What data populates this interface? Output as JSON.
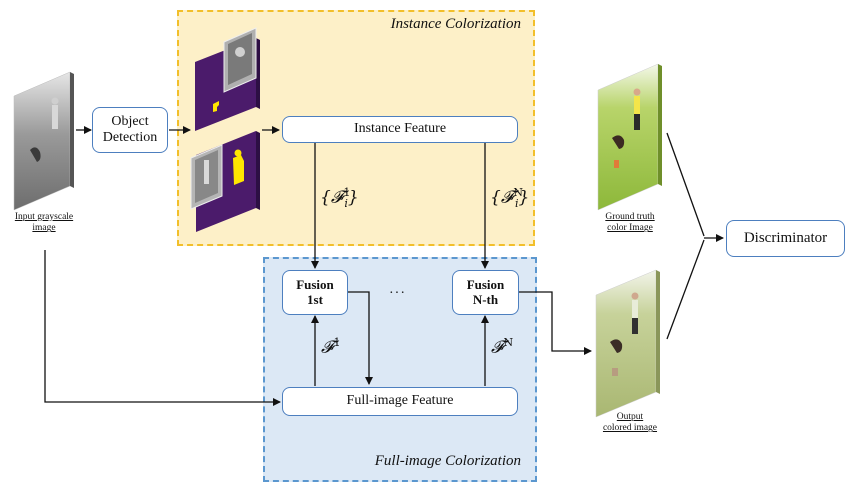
{
  "regions": {
    "instance_title": "Instance Colorization",
    "full_title": "Full-image Colorization"
  },
  "boxes": {
    "object_detection": "Object\nDetection",
    "instance_feature": "Instance Feature",
    "full_image_feature": "Full-image Feature",
    "fusion_first": "Fusion\n1st",
    "fusion_nth": "Fusion\nN-th",
    "discriminator": "Discriminator"
  },
  "captions": {
    "input": "Input grayscale\nimage",
    "ground_truth": "Ground truth\ncolor Image",
    "output": "Output\ncolored image"
  },
  "labels": {
    "instance_feature_first": {
      "symbol": "𝓕",
      "sub": "i",
      "sup": "1"
    },
    "instance_feature_nth": {
      "symbol": "𝓕",
      "sub": "i",
      "sup": "N"
    },
    "full_feature_first": {
      "symbol": "𝓕",
      "sup": "1"
    },
    "full_feature_nth": {
      "symbol": "𝓕",
      "sup": "N"
    },
    "ellipsis": "···"
  },
  "colors": {
    "instance_region_fill": "#fdf0c8",
    "instance_region_border": "#f2bf2a",
    "full_region_fill": "#dce8f5",
    "full_region_border": "#5b97cf",
    "box_border": "#4d7fbf",
    "mask_purple": "#4b1b6b",
    "mask_yellow": "#ffe600",
    "grass_green": "#8db83a"
  }
}
